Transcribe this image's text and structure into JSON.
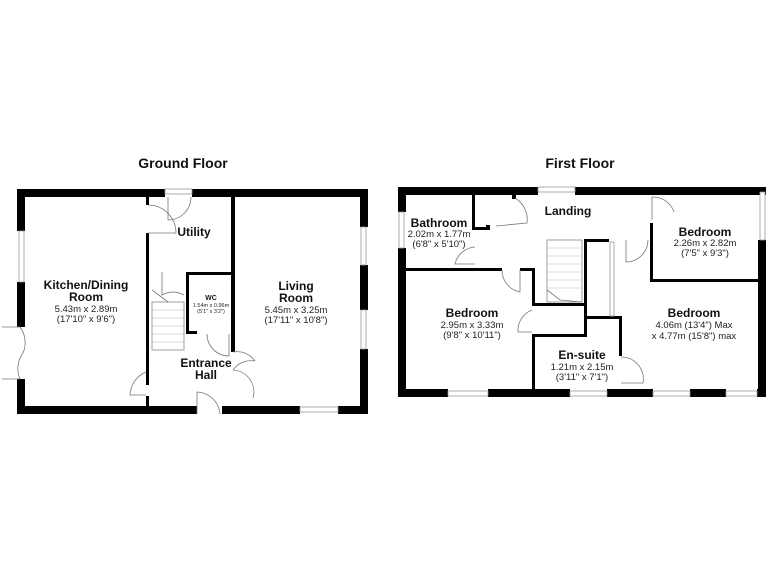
{
  "floors": [
    {
      "title": "Ground Floor",
      "rooms": [
        {
          "name": "Kitchen/Dining",
          "name2": "Room",
          "metric": "5.43m x 2.89m",
          "imperial": "(17'10\" x 9'6\")"
        },
        {
          "name": "Utility"
        },
        {
          "name": "WC",
          "metric": "1.54m x 0.96m",
          "imperial": "(5'1\" x 3'2\")"
        },
        {
          "name": "Living",
          "name2": "Room",
          "metric": "5.45m x 3.25m",
          "imperial": "(17'11\" x 10'8\")"
        },
        {
          "name": "Entrance",
          "name2": "Hall"
        }
      ]
    },
    {
      "title": "First Floor",
      "rooms": [
        {
          "name": "Bathroom",
          "metric": "2.02m x 1.77m",
          "imperial": "(6'8\" x 5'10\")"
        },
        {
          "name": "Landing"
        },
        {
          "name": "Bedroom",
          "metric": "2.26m x 2.82m",
          "imperial": "(7'5\" x 9'3\")"
        },
        {
          "name": "Bedroom",
          "metric": "2.95m x 3.33m",
          "imperial": "(9'8\" x 10'11\")"
        },
        {
          "name": "Bedroom",
          "metric": "4.06m (13'4\") Max",
          "imperial": "x 4.77m (15'8\") max"
        },
        {
          "name": "En-suite",
          "metric": "1.21m x 2.15m",
          "imperial": "(3'11\" x 7'1\")"
        }
      ]
    }
  ],
  "colors": {
    "wall": "#000000",
    "background": "#ffffff",
    "text": "#111111"
  }
}
